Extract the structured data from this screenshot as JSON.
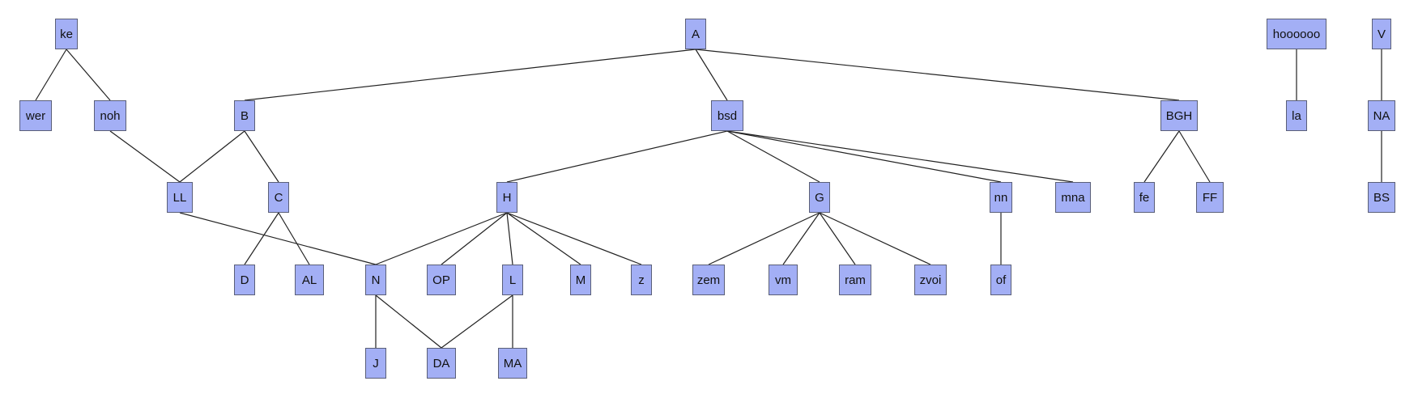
{
  "colors": {
    "node_fill": "#a3aff5",
    "node_border": "#5a5f78",
    "edge": "#222222",
    "background": "#ffffff"
  },
  "nodes": {
    "ke": "ke",
    "wer": "wer",
    "noh": "noh",
    "A": "A",
    "B": "B",
    "bsd": "bsd",
    "BGH": "BGH",
    "LL": "LL",
    "C": "C",
    "D": "D",
    "AL": "AL",
    "H": "H",
    "N": "N",
    "OP": "OP",
    "L": "L",
    "M": "M",
    "z": "z",
    "J": "J",
    "DA": "DA",
    "MA": "MA",
    "G": "G",
    "zem": "zem",
    "vm": "vm",
    "ram": "ram",
    "zvoi": "zvoi",
    "nn": "nn",
    "of": "of",
    "mna": "mna",
    "fe": "fe",
    "FF": "FF",
    "hoooooo": "hoooooo",
    "la": "la",
    "V": "V",
    "NA": "NA",
    "BS": "BS"
  },
  "edges": [
    [
      "ke",
      "wer"
    ],
    [
      "ke",
      "noh"
    ],
    [
      "noh",
      "LL"
    ],
    [
      "A",
      "B"
    ],
    [
      "A",
      "bsd"
    ],
    [
      "A",
      "BGH"
    ],
    [
      "B",
      "LL"
    ],
    [
      "B",
      "C"
    ],
    [
      "LL",
      "N"
    ],
    [
      "C",
      "D"
    ],
    [
      "C",
      "AL"
    ],
    [
      "bsd",
      "H"
    ],
    [
      "bsd",
      "G"
    ],
    [
      "bsd",
      "nn"
    ],
    [
      "bsd",
      "mna"
    ],
    [
      "H",
      "N"
    ],
    [
      "H",
      "OP"
    ],
    [
      "H",
      "L"
    ],
    [
      "H",
      "M"
    ],
    [
      "H",
      "z"
    ],
    [
      "N",
      "J"
    ],
    [
      "N",
      "DA"
    ],
    [
      "L",
      "DA"
    ],
    [
      "L",
      "MA"
    ],
    [
      "G",
      "zem"
    ],
    [
      "G",
      "vm"
    ],
    [
      "G",
      "ram"
    ],
    [
      "G",
      "zvoi"
    ],
    [
      "nn",
      "of"
    ],
    [
      "BGH",
      "fe"
    ],
    [
      "BGH",
      "FF"
    ],
    [
      "hoooooo",
      "la"
    ],
    [
      "V",
      "NA"
    ],
    [
      "NA",
      "BS"
    ]
  ]
}
